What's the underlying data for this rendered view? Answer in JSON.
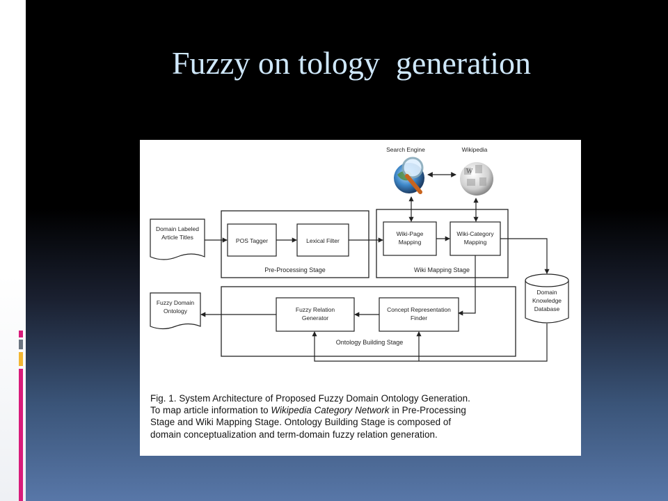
{
  "slide": {
    "title": "Fuzzy on tology  generation"
  },
  "colors": {
    "title": "#cfe8fb",
    "accent_pink": "#d81b7a",
    "accent_gray": "#6b7480",
    "accent_yellow": "#f2b632"
  },
  "diagram": {
    "search_engine_label": "Search Engine",
    "wikipedia_label": "Wikipedia",
    "search_engine_icon": "magnifier-globe-icon",
    "wikipedia_icon": "wikipedia-globe-icon",
    "input_doc": [
      "Domain Labeled",
      "Article Titles"
    ],
    "output_doc": [
      "Fuzzy Domain",
      "Ontology"
    ],
    "pos_tagger": "POS Tagger",
    "lexical_filter": "Lexical Filter",
    "wiki_page_mapping": [
      "Wiki-Page",
      "Mapping"
    ],
    "wiki_category_mapping": [
      "Wiki-Category",
      "Mapping"
    ],
    "fuzzy_relation_generator": [
      "Fuzzy Relation",
      "Generator"
    ],
    "concept_representation_finder": [
      "Concept Representation",
      "Finder"
    ],
    "domain_knowledge_db": [
      "Domain",
      "Knowledge",
      "Database"
    ],
    "pre_processing_stage": "Pre-Processing Stage",
    "wiki_mapping_stage": "Wiki Mapping Stage",
    "ontology_building_stage": "Ontology Building Stage"
  },
  "caption": {
    "line1": "Fig. 1.   System Architecture of Proposed Fuzzy Domain Ontology Generation.",
    "line2_pre": "To map article information to ",
    "line2_em": "Wikipedia Category Network",
    "line2_post": " in Pre-Processing",
    "line3": "Stage and Wiki Mapping Stage. Ontology Building Stage is composed of",
    "line4": "domain conceptualization and term-domain fuzzy relation generation."
  }
}
